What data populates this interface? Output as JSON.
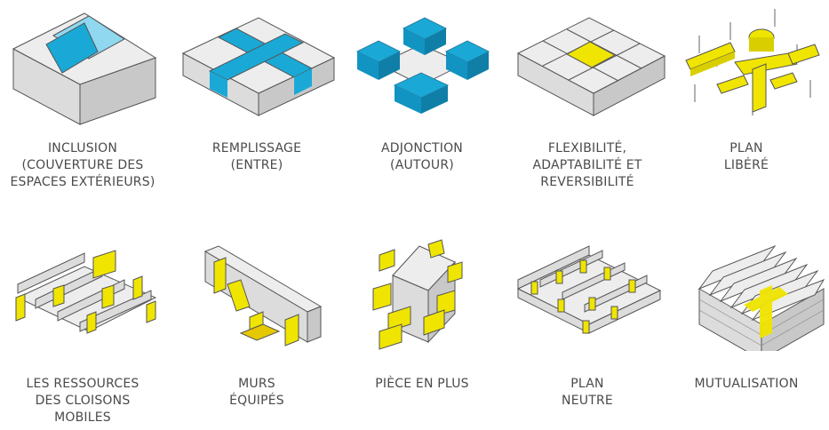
{
  "colors": {
    "blue": "#1aa9d6",
    "yellow": "#f0e500",
    "grey_light": "#ededed",
    "grey_mid": "#d0d0d0",
    "line": "#555555"
  },
  "items": [
    {
      "lines": [
        "INCLUSION",
        "(COUVERTURE DES",
        "ESPACES EXTÉRIEURS)"
      ]
    },
    {
      "lines": [
        "REMPLISSAGE",
        "(ENTRE)"
      ]
    },
    {
      "lines": [
        "ADJONCTION",
        "(AUTOUR)"
      ]
    },
    {
      "lines": [
        "FLEXIBILITÉ,",
        "ADAPTABILITÉ ET",
        "REVERSIBILITÉ"
      ]
    },
    {
      "lines": [
        "PLAN",
        "LIBÉRÉ"
      ]
    },
    {
      "lines": [
        "LES RESSOURCES",
        "DES CLOISONS",
        "MOBILES"
      ]
    },
    {
      "lines": [
        "MURS",
        "ÉQUIPÉS"
      ]
    },
    {
      "lines": [
        "PIÈCE EN PLUS"
      ]
    },
    {
      "lines": [
        "PLAN",
        "NEUTRE"
      ]
    },
    {
      "lines": [
        "MUTUALISATION"
      ]
    }
  ]
}
